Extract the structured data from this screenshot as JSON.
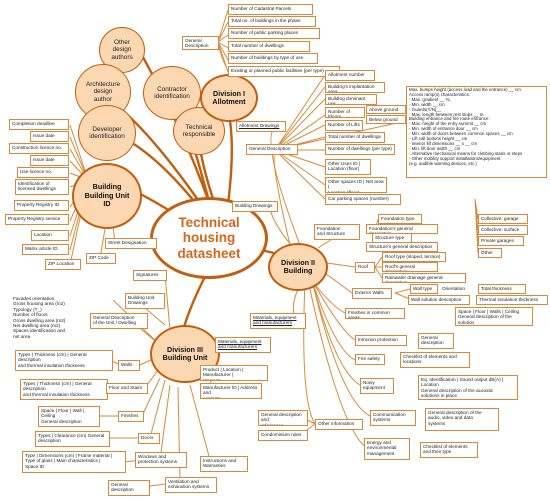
{
  "center": "Technical\nhousing\ndatasheet",
  "divisions": {
    "d1": "Division I\nAllotment",
    "d2": "Division II\nBuilding",
    "d3": "Division III\nBuilding Unit",
    "d4": "Building\nBuilding Unit\nID"
  },
  "circles": {
    "other_authors": "Other\ndesign\nauthors",
    "arch_author": "Architecture\ndesign\nauthor",
    "developer": "Developer\nidentification",
    "contractor": "Contractor\nidentification",
    "tech_resp": "Technical\nresponsible"
  },
  "d1": {
    "general_description": "General\nDescription",
    "items": [
      "Number of Cadastral Parcels",
      "Total no. of buildings in the phase",
      "Number of public parking places",
      "Total number of dwellings",
      "Number of buildings by type of use",
      "Existing or planned public facilities (per type)"
    ]
  },
  "bid": {
    "items": [
      "Completion deadline",
      "Issue date",
      "Construction licence no.",
      "Issue date",
      "Use licence no.",
      "Identification of\nlicensed dwellings",
      "Property Registry ID",
      "Property Registry service",
      "Location",
      "Matrix article ID",
      "ZIP Location"
    ],
    "street": "Street Designation",
    "zip": "ZIP Code"
  },
  "d2": {
    "allotment_drawings": "Allotment Drawings",
    "general_description": "General Description",
    "gd_items": [
      "Allotment number",
      "Building's implantation area",
      "Building dominant use",
      "Number of Floors",
      "Number of Lifts",
      "Total number of dwellings",
      "Number of dwellings (per type)",
      "Other Uses ID |\nLocation (floor)",
      "Other spaces ID | Net area |\nLocation (floor)",
      "Car parking spaces (number)"
    ],
    "floors_above": "Above ground",
    "floors_below": "Below ground",
    "accessibility": "Max. bumps height (access load and the entrance) __ cm\nAccess ramp(s) characteristics:\n - Max. gradient __ %,\n - Min. width __ cm\n - Guards(Y/N)__\n - Max. length between rest stops __ m.\nBuilding entrance and fire route entrance:\n - Max. height of the entry summit __ cm\n - Min. width of entrance door __ cm\n - Min. width of doors between common spaces __ cm\n - Lift call buttons height __ cm\n - Interior lift dimensions __ x __ cm\n - Min. lift door width __ cm\n - Alternative mechanical means for climbing stairs or steps\n - Other mobility support installations/equipment\n   (e.g. audible warning devices, etc.)",
    "parking": [
      "Collective: garage",
      "Collective: surface",
      "Private garages",
      "Other"
    ],
    "building_drawings": "Building Drawings",
    "foundation": "Foundation\nand Structure",
    "foundation_items": [
      "Foundation type",
      "Foundation's general description",
      "Structure type",
      "Structure's general description"
    ],
    "roof": "Roof",
    "roof_items": [
      "Roof type (sloped, terrace)",
      "Roof's general description",
      "Rainwater drainage general description"
    ],
    "walls": "Exterior Walls",
    "wall_type": "Wall type",
    "orientation": "Orientation",
    "total_thickness": "Total thickness",
    "wall_solution": "Wall solution description",
    "thermal": "Thermal insulation thickness",
    "finishes": "Finishes in common areas",
    "finishes_detail": "Space | Floor | Walls | Ceiling\nGeneral description of the\nsolution",
    "materials": "Materials, equipment\nand manufacturers",
    "intrusion": "Intrusion protection",
    "intrusion_desc": "General\ndescription",
    "fire": "Fire safety",
    "fire_desc": "Checklist of elements and\nlocations",
    "noisy": "Noisy\nequipment",
    "noisy_desc": "Eq. Identification | Sound output dB(A) |\nLocation\nGeneral description of the acoustic\nsolutions in place",
    "comms": "Communication\nsystems",
    "comms_desc": "General description of the\naudio, video and data\nsystems",
    "energy": "Energy and\nenvironmental\nmanagement",
    "energy_desc": "Checklist of elements\nand their type",
    "other_info": "Other information",
    "other_info_items": [
      "General description and\nreferences",
      "Condominium rules"
    ]
  },
  "d3": {
    "facades": "Facades orientation\nGross housing area (m2)\nTypology (T_)\nNumber of floors\nGross dwelling area (m2)\nNet dwelling area (m2)\nSpaces identification and\nnet area",
    "general_description": "General Description\nof the Unit / Dwelling",
    "unit_drawings": "Building Unit\nDrawings",
    "signatures": "Signatures",
    "walls_desc": "Types | Thickness (cm) | General\ndescription\nand thermal insulation thickness",
    "walls": "Walls",
    "floor_desc": "Types | Thickness (cm) | General\ndescription\nand thermal insulation thickness",
    "floor_stairs": "Floor and Stairs",
    "finishes_desc": "Space | Floor | Wall |\nCeiling\nGeneral description",
    "finishes": "Finishes",
    "doors_desc": "Types | Clearance (cm) General\ndescription",
    "doors": "Doors",
    "windows_desc": "Type | Dimensions (cm) | Frame material |\nType of glass | Main characteristics |\nSpace ID",
    "windows": "Windows and\nprotection systems",
    "ventilation": "Ventilation and\nexhaustion systems",
    "vent_desc": "General\ndescription",
    "instructions": "Instructions and\nWarranties",
    "materials": "Materials, equipment\nand manufacturers",
    "mat_product": "Product | Location | Manufacturer |\nWarranty",
    "mat_manufacturer": "Manufacturer ID | Address and\ncontacts"
  },
  "colors": {
    "line": "#c45e0e",
    "box_border": "#d88a3a",
    "fill": "#fbd7b2",
    "title": "#d4661a"
  }
}
